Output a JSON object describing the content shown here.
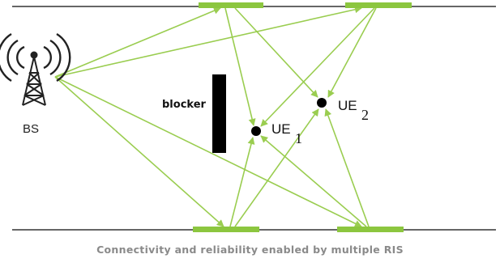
{
  "labels": {
    "bs": "BS",
    "blocker": "blocker",
    "ue1_main": "UE",
    "ue1_sub": "1",
    "ue2_main": "UE",
    "ue2_sub": "2"
  },
  "caption": "Connectivity and reliability enabled by multiple RIS",
  "colors": {
    "ray": "#9acd50",
    "ris_panel": "#8cc63f",
    "wall": "#333333",
    "blocker": "#000000",
    "caption": "#8a8a8a"
  },
  "icons": {
    "base_station": "cell-tower-icon"
  }
}
